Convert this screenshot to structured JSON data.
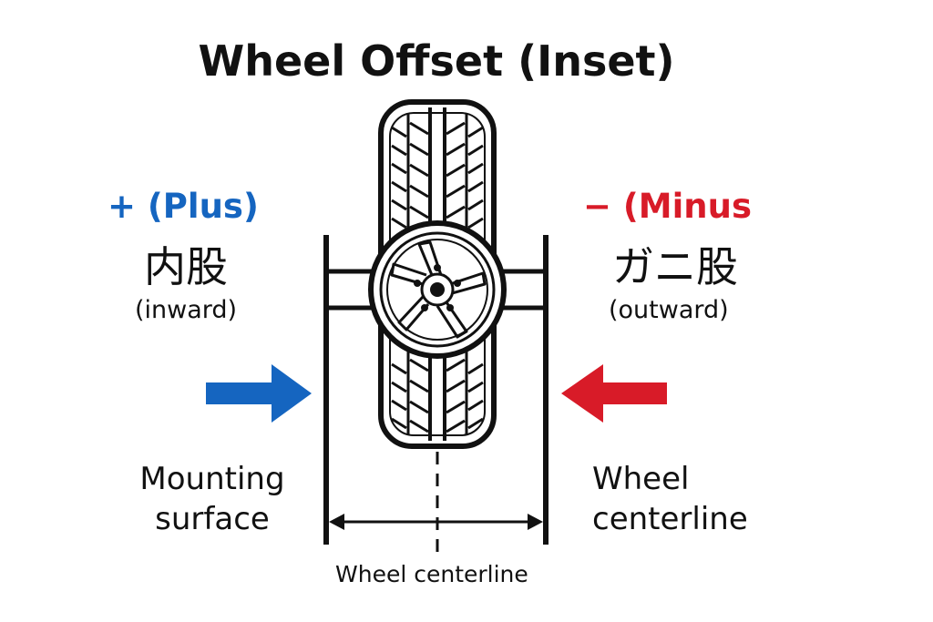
{
  "title": "Wheel Offset (Inset)",
  "plus": {
    "label": "+ (Plus)",
    "japanese": "内股",
    "english": "(inward)",
    "color": "#1565c0"
  },
  "minus": {
    "label": "− (Minus",
    "japanese": "ガニ股",
    "english": "(outward)",
    "color": "#d81b28"
  },
  "mounting_surface_label": "Mounting surface",
  "wheel_centerline_side_label": "Wheel centerline",
  "wheel_centerline_bottom_label": "Wheel centerline"
}
